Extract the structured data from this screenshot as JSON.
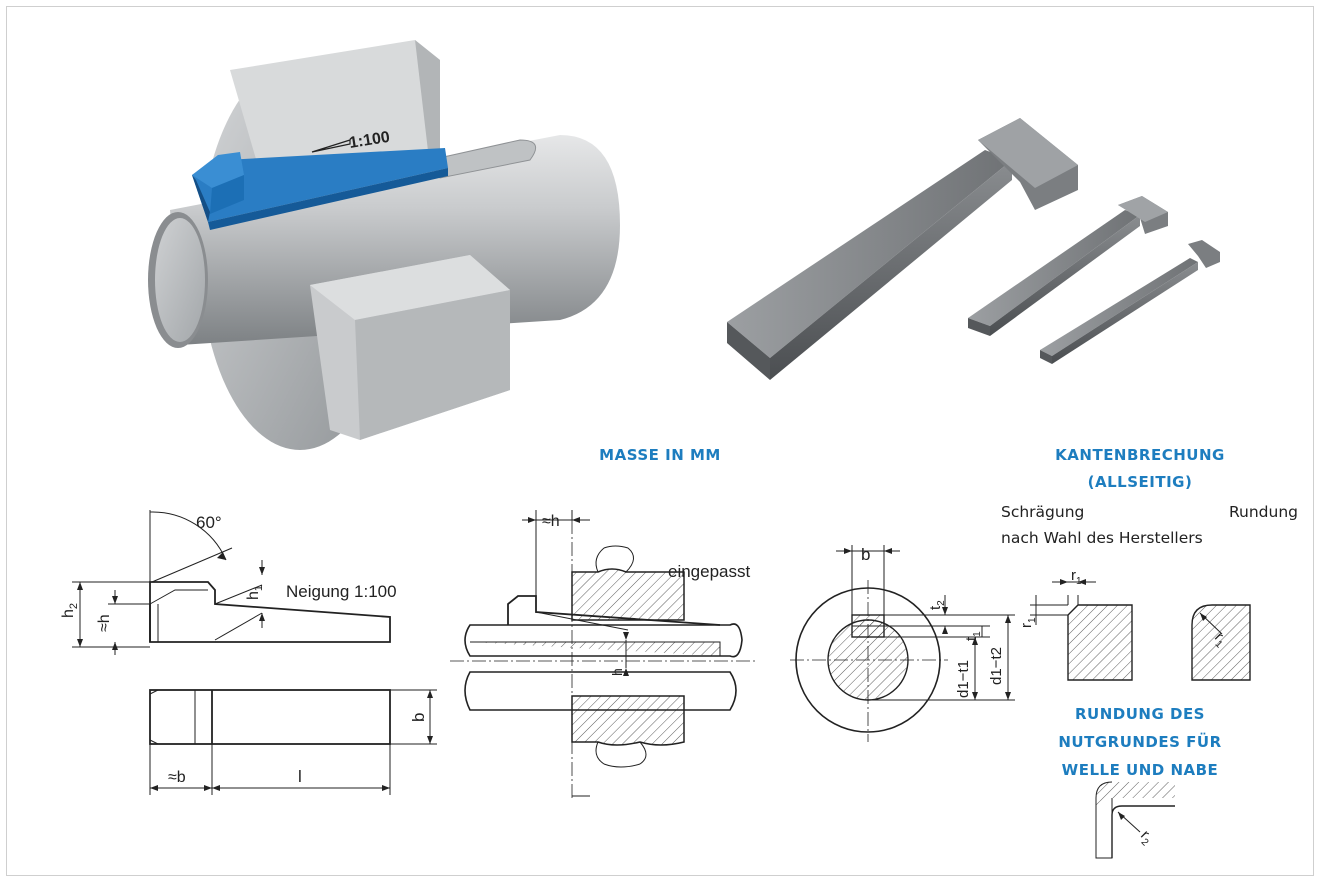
{
  "illustration": {
    "taper_marking": "1:100"
  },
  "headings": {
    "dimensions": "MASSE IN MM",
    "edge_breaking_line1": "KANTENBRECHUNG",
    "edge_breaking_line2": "(ALLSEITIG)",
    "groove_rounding_line1": "RUNDUNG DES",
    "groove_rounding_line2": "NUTGRUNDES FÜR",
    "groove_rounding_line3": "WELLE UND NABE"
  },
  "edge_note": {
    "left": "Schrägung",
    "right": "Rundung",
    "line2": "nach Wahl des Herstellers"
  },
  "key_drawing": {
    "angle": "60°",
    "h2": "h",
    "h2_sub": "2",
    "approx_h": "≈h",
    "h1": "h",
    "h1_sub": "1",
    "slope": "Neigung 1:100",
    "b": "b",
    "approx_b": "≈b",
    "l": "l"
  },
  "assembly_drawing": {
    "approx_h": "≈h",
    "fitted": "eingepasst",
    "h": "h"
  },
  "section_drawing": {
    "b": "b",
    "t2": "t",
    "t2_sub": "2",
    "t1": "t",
    "t1_sub": "1",
    "d1_t1": "d1−t1",
    "d1_t2": "d1−t2"
  },
  "corner_details": {
    "r1": "r",
    "r1_sub": "1",
    "r2": "r",
    "r2_sub": "2"
  },
  "colors": {
    "accent": "#1d7dbf",
    "key_blue": "#1c6fb5",
    "steel": "#b9bcbf"
  }
}
